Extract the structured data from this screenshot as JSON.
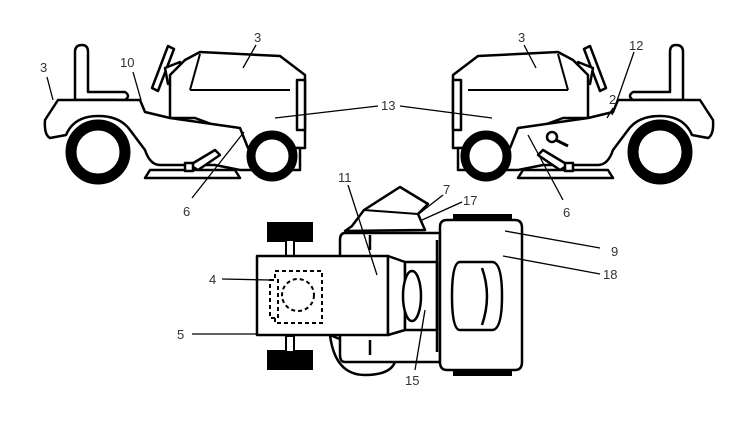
{
  "diagram": {
    "type": "parts decal location diagram",
    "left_view_labels": [
      "3",
      "10",
      "3",
      "13",
      "6"
    ],
    "right_view_labels": [
      "3",
      "12",
      "2",
      "6"
    ],
    "top_view_labels": [
      "11",
      "7",
      "17",
      "9",
      "18",
      "4",
      "5",
      "15"
    ]
  }
}
